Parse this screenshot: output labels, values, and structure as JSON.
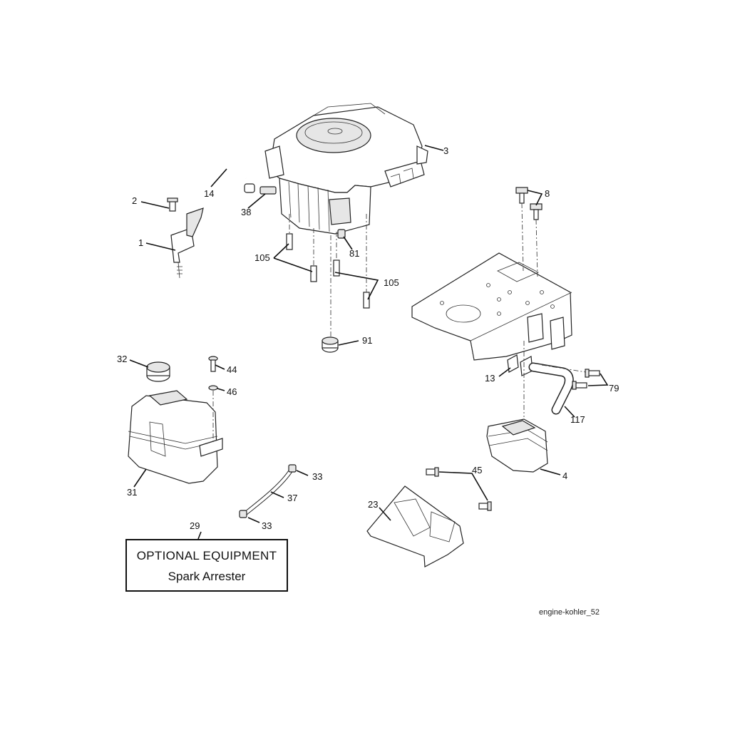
{
  "callouts": {
    "c1": "1",
    "c2": "2",
    "c3": "3",
    "c4": "4",
    "c8": "8",
    "c13": "13",
    "c14": "14",
    "c23": "23",
    "c29": "29",
    "c31": "31",
    "c32": "32",
    "c33a": "33",
    "c33b": "33",
    "c37": "37",
    "c38": "38",
    "c44": "44",
    "c45": "45",
    "c46": "46",
    "c79": "79",
    "c81": "81",
    "c91": "91",
    "c105a": "105",
    "c105b": "105",
    "c117": "117"
  },
  "optional_box": {
    "title": "OPTIONAL EQUIPMENT",
    "subtitle": "Spark Arrester"
  },
  "figure_id": "engine-kohler_52"
}
